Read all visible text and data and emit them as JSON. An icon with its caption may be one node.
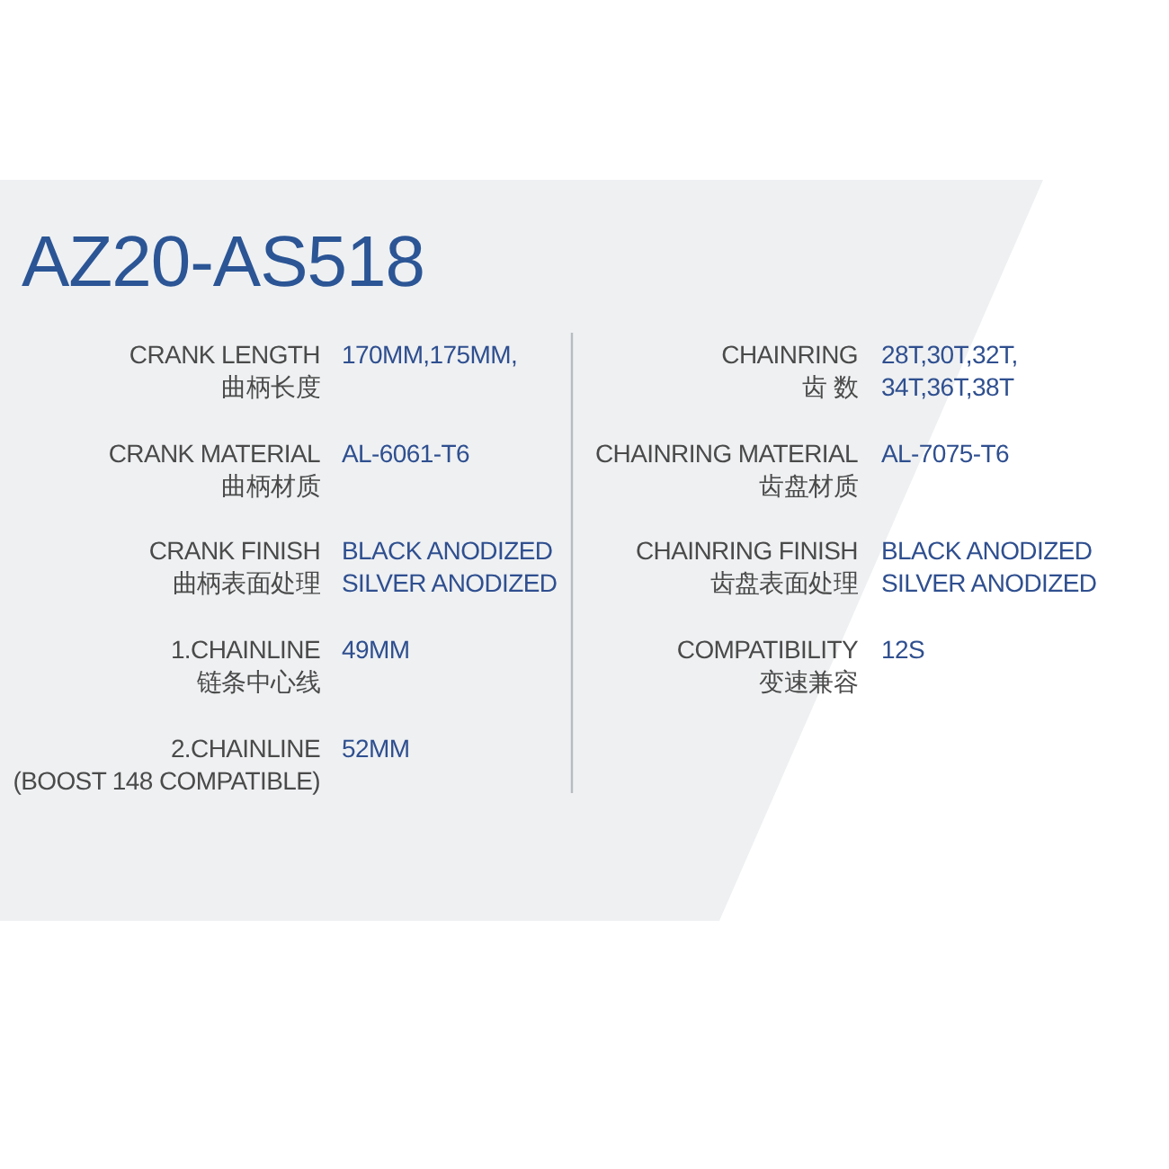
{
  "diagram": {
    "title": "AZ20-AS518",
    "labels": [
      "CRANK LENGTH",
      "曲柄长度",
      "170MM,175MM,",
      "CHAINRING",
      "齿 数",
      "28T,30T,32T, 34T,36T,38T",
      "CRANK MATERIAL",
      "曲柄材质",
      "AL-6061-T6",
      "CHAINRING MATERIAL",
      "齿盘材质",
      "AL-7075-T6",
      "CRANK FINISH",
      "曲柄表面处理",
      "BLACK ANODIZED",
      "SILVER ANODIZED",
      "CHAINRING FINISH",
      "齿盘表面处理",
      "BLACK ANODIZED",
      "SILVER ANODIZED",
      "1.CHAINLINE",
      "链条中心线",
      "49MM",
      "COMPATIBILITY",
      "变速兼容",
      "12S",
      "2.CHAINLINE",
      "(BOOST 148 COMPATIBLE)",
      "52MM"
    ]
  }
}
